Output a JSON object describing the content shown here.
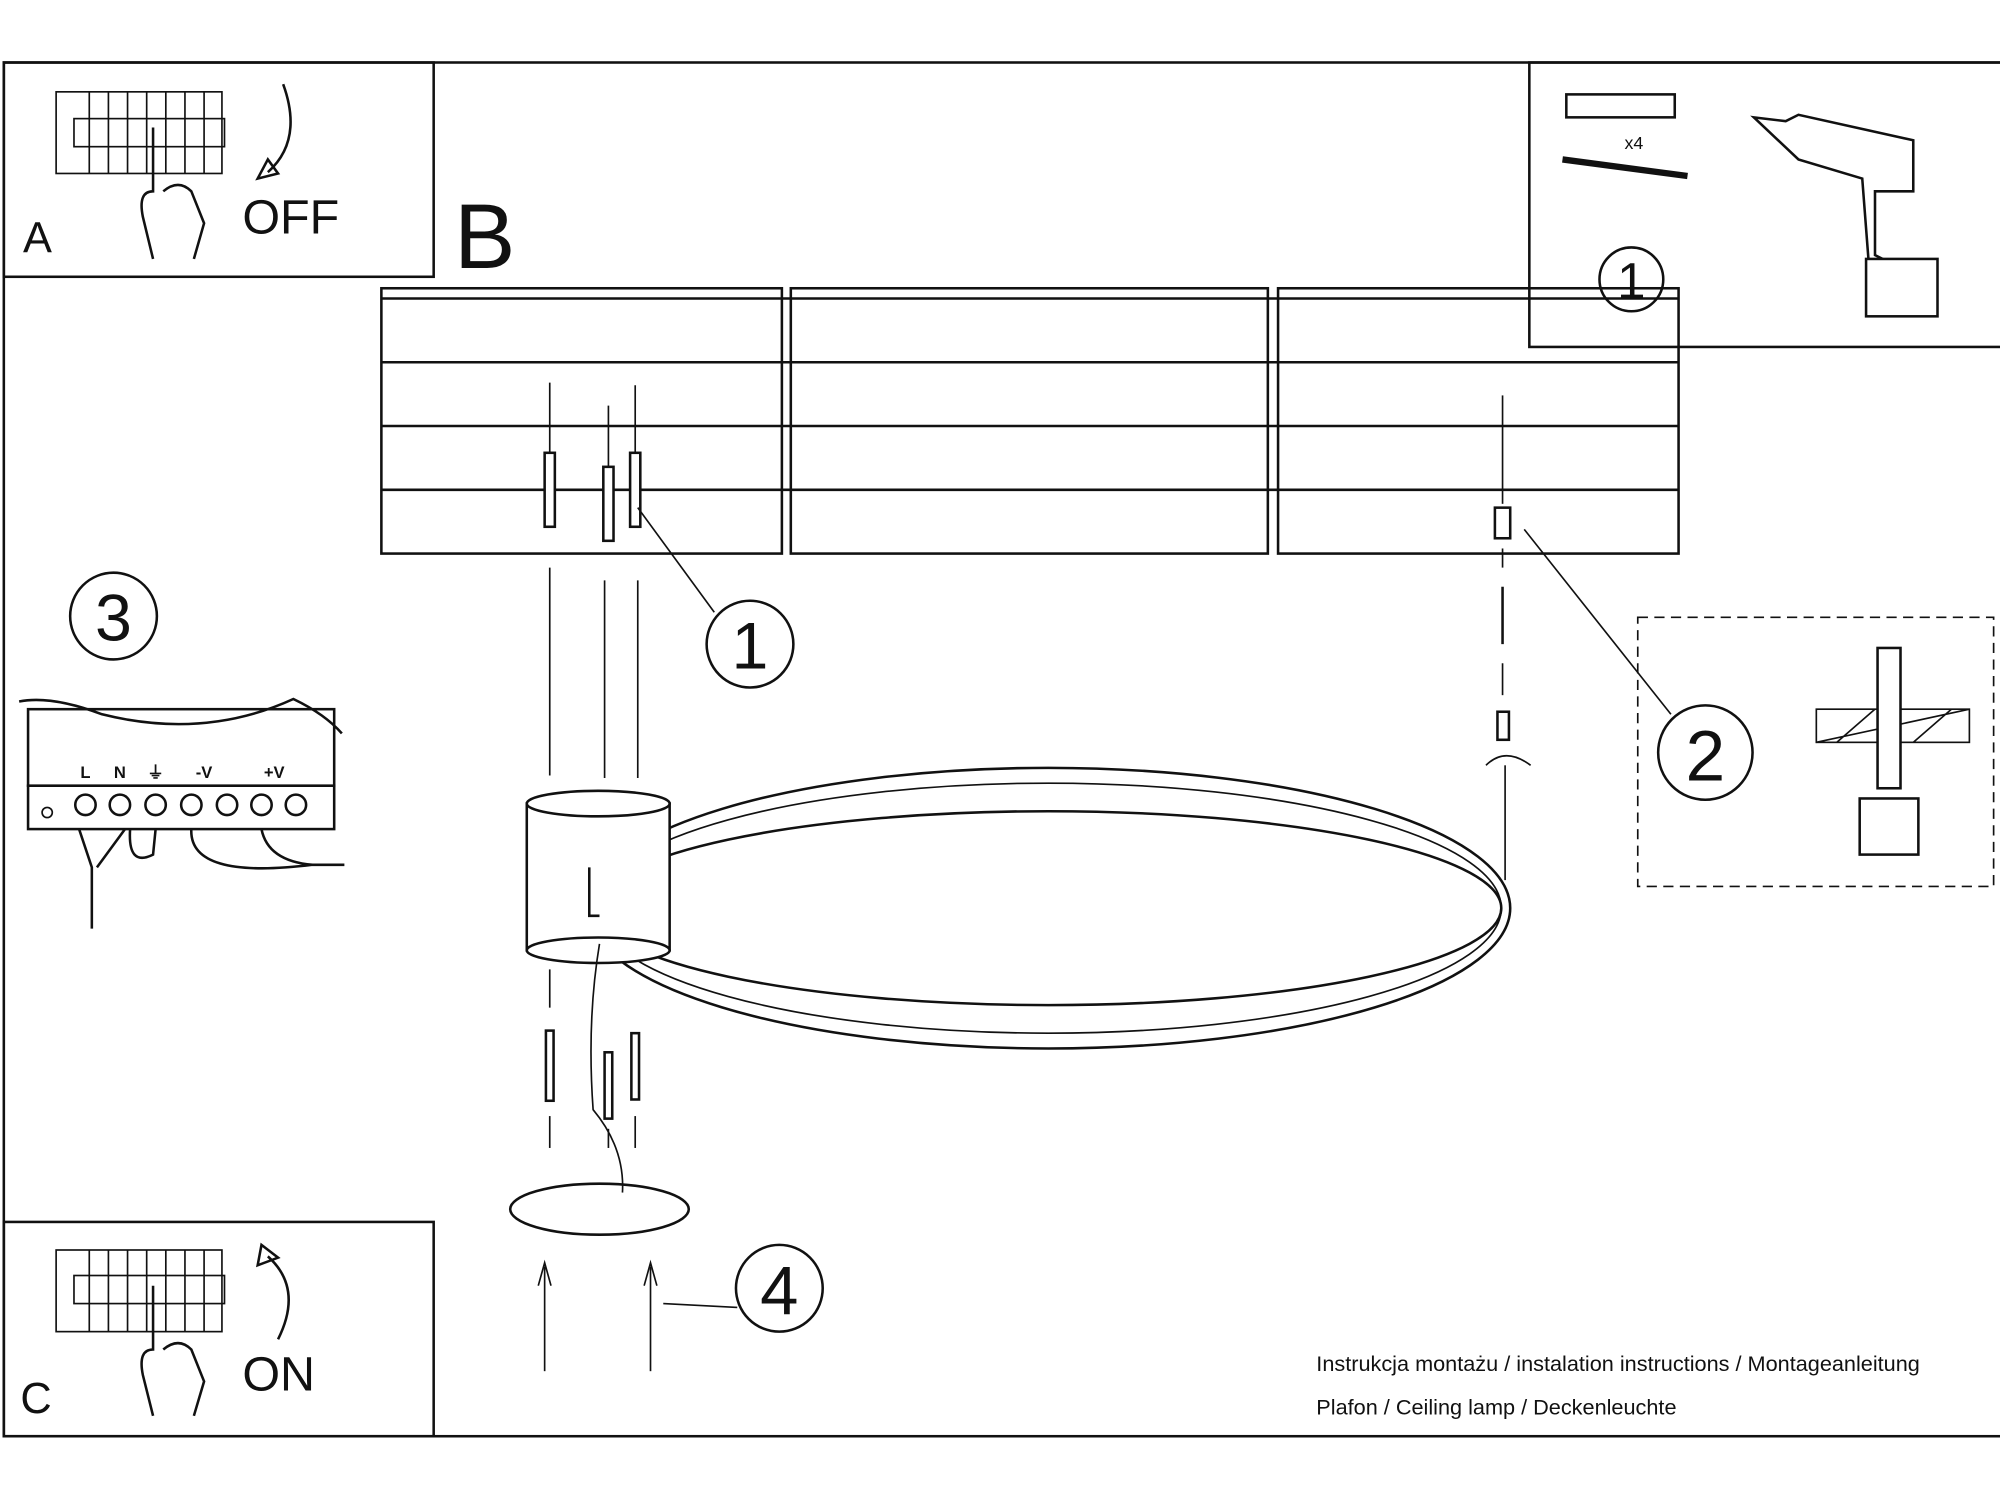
{
  "panels": {
    "a": {
      "letter": "A",
      "action": "OFF"
    },
    "b": {
      "letter": "B"
    },
    "c": {
      "letter": "C",
      "action": "ON"
    }
  },
  "tools": {
    "step": "1",
    "quantity": "x4"
  },
  "steps": {
    "one": "1",
    "two": "2",
    "three": "3",
    "four": "4"
  },
  "terminal": {
    "l": "L",
    "n": "N",
    "minus_v": "-V",
    "plus_v": "+V"
  },
  "footer": {
    "line1": "Instrukcja montażu / instalation instructions / Montageanleitung",
    "line2": "Plafon / Ceiling lamp / Deckenleuchte"
  }
}
